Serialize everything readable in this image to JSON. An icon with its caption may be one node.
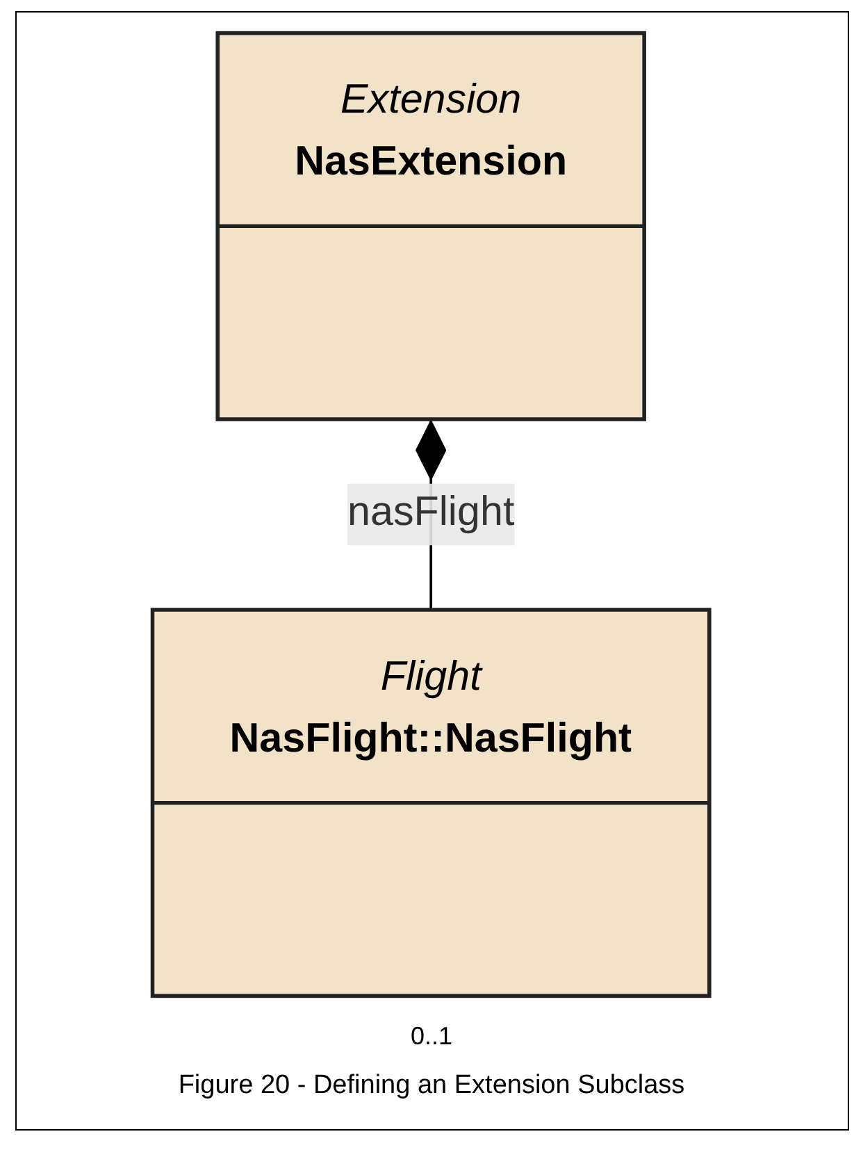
{
  "diagram": {
    "caption": "Figure 20 - Defining an Extension Subclass",
    "nodes": [
      {
        "text": [
          "Extension",
          "NasExtension"
        ]
      },
      {
        "text": [
          "Flight",
          "NasFlight::NasFlight"
        ]
      }
    ],
    "edges": [
      {
        "from": 0,
        "to": 1,
        "arrow": "other",
        "label": "nasFlight"
      }
    ],
    "labels": [
      "0..1"
    ]
  }
}
